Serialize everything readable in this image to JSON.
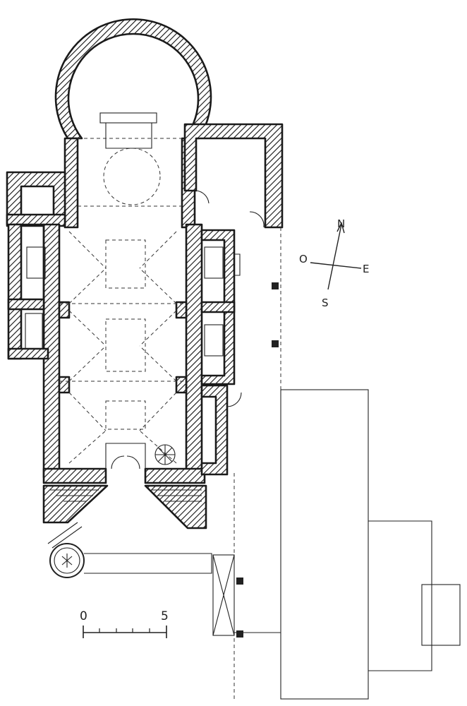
{
  "compass": {
    "north": "N",
    "east": "E",
    "south": "S",
    "west": "O"
  },
  "scale_bar": {
    "start_label": "0",
    "end_label": "5"
  }
}
